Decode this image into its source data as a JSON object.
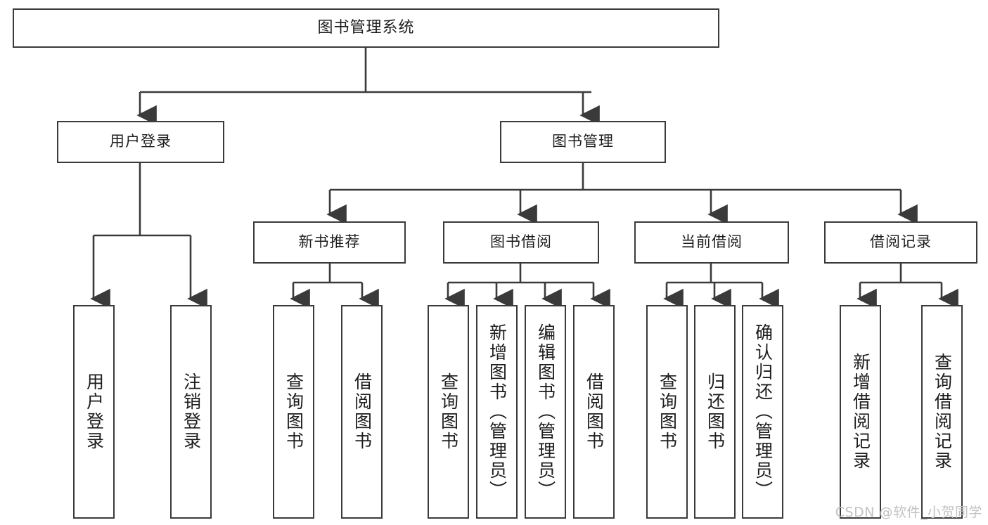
{
  "diagram": {
    "type": "tree",
    "title": "图书管理系统",
    "orientation": "top-down",
    "colors": {
      "box_border": "#3a3a3a",
      "box_fill": "#ffffff",
      "connector": "#3a3a3a",
      "text": "#1d1d1d",
      "watermark": "#c2c2c2"
    },
    "root": {
      "label": "图书管理系统"
    },
    "level2": [
      {
        "label": "用户登录"
      },
      {
        "label": "图书管理"
      }
    ],
    "level3": [
      {
        "label": "新书推荐"
      },
      {
        "label": "图书借阅"
      },
      {
        "label": "当前借阅"
      },
      {
        "label": "借阅记录"
      }
    ],
    "leaves": {
      "user_login": [
        {
          "label": "用户登录"
        },
        {
          "label": "注销登录"
        }
      ],
      "new_book": [
        {
          "label": "查询图书"
        },
        {
          "label": "借阅图书"
        }
      ],
      "book_borrow": [
        {
          "label": "查询图书"
        },
        {
          "label": "新增图书（管理员）"
        },
        {
          "label": "编辑图书（管理员）"
        },
        {
          "label": "借阅图书"
        }
      ],
      "current_borrow": [
        {
          "label": "查询图书"
        },
        {
          "label": "归还图书"
        },
        {
          "label": "确认归还（管理员）"
        }
      ],
      "borrow_record": [
        {
          "label": "新增借阅记录"
        },
        {
          "label": "查询借阅记录"
        }
      ]
    }
  },
  "watermark": {
    "text": "CSDN @软件_小贺同学"
  }
}
